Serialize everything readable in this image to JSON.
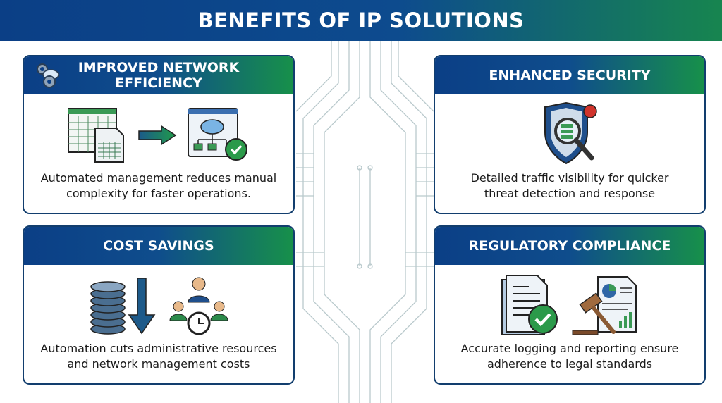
{
  "title": "BENEFITS OF IP SOLUTIONS",
  "cards": [
    {
      "title_line1": "IMPROVED NETWORK",
      "title_line2": "EFFICIENCY",
      "desc_line1": "Automated management reduces manual",
      "desc_line2": "complexity for faster operations."
    },
    {
      "title": "ENHANCED SECURITY",
      "desc_line1": "Detailed traffic visibility for quicker",
      "desc_line2": "threat detection and response"
    },
    {
      "title": "COST SAVINGS",
      "desc_line1": "Automation cuts administrative resources",
      "desc_line2": "and network management costs"
    },
    {
      "title": "REGULATORY COMPLIANCE",
      "desc_line1": "Accurate logging and reporting ensure",
      "desc_line2": "adherence to legal standards"
    }
  ],
  "colors": {
    "blue": "#0b3f86",
    "green": "#17904a",
    "border": "#123e6e"
  }
}
